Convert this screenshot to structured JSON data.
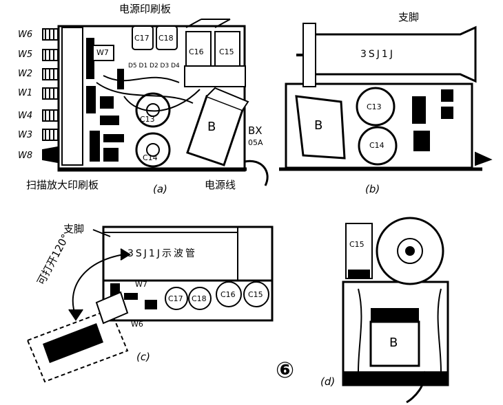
{
  "figure_number": "⑥",
  "panel_a": {
    "caption": "(a)",
    "pcb_top_label": "电源印刷板",
    "scan_pcb_label": "扫描放大印刷板",
    "power_cord_label": "电源线",
    "pots": [
      "W6",
      "W5",
      "W2",
      "W1",
      "W4",
      "W3",
      "W8"
    ],
    "caps": [
      "C17",
      "C18",
      "C16",
      "C15",
      "C13",
      "C14"
    ],
    "transformer": "B",
    "fuse": "BX",
    "fuse_rating": "05A",
    "diodes": "D5 D1 D2 D3 D4",
    "w7": "W7"
  },
  "panel_b": {
    "caption": "(b)",
    "bracket_label": "支脚",
    "tube": "3SJ1J",
    "transformer": "B",
    "caps": [
      "C13",
      "C14"
    ]
  },
  "panel_c": {
    "caption": "(c)",
    "bracket_label": "支脚",
    "tube_label": "3SJ1J示波管",
    "rotate_label": "可打开120°",
    "caps": [
      "C17",
      "C18",
      "C16",
      "C15"
    ],
    "w7": "W7",
    "w6": "W6"
  },
  "panel_d": {
    "caption": "(d)",
    "cap": "C15",
    "transformer": "B"
  }
}
